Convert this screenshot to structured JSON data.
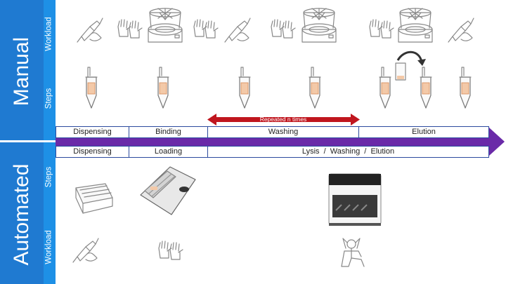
{
  "sidebar": {
    "manual": {
      "title": "Manual",
      "workload": "Workload",
      "steps": "Steps"
    },
    "automated": {
      "title": "Automated",
      "steps": "Steps",
      "workload": "Workload"
    }
  },
  "timeline": {
    "manual_phases": [
      "Dispensing",
      "Binding",
      "Washing",
      "Elution"
    ],
    "automated_phases": [
      "Dispensing",
      "Loading",
      "Lysis  /  Washing  /  Elution"
    ],
    "repeat_label": "Repeated n times"
  },
  "icons": {
    "manual_workload": [
      "pipette-icon",
      "gloves-icon",
      "centrifuge-icon",
      "gloves-icon",
      "pipette-icon",
      "gloves-icon",
      "centrifuge-icon",
      "gloves-icon",
      "centrifuge-icon",
      "pipette-icon"
    ],
    "automated_workload": [
      "pipette-icon",
      "gloves-icon",
      "relaxing-person-icon"
    ],
    "automated_steps": [
      "reagent-cartridge-icon",
      "loading-tray-icon",
      "extraction-instrument-icon"
    ]
  },
  "colors": {
    "sidebar_dark": "#1f7ad1",
    "sidebar_light": "#1e90e6",
    "process_arrow": "#6a2aa8",
    "repeat_arrow": "#c0161e",
    "table_border": "#2b4a9e"
  }
}
